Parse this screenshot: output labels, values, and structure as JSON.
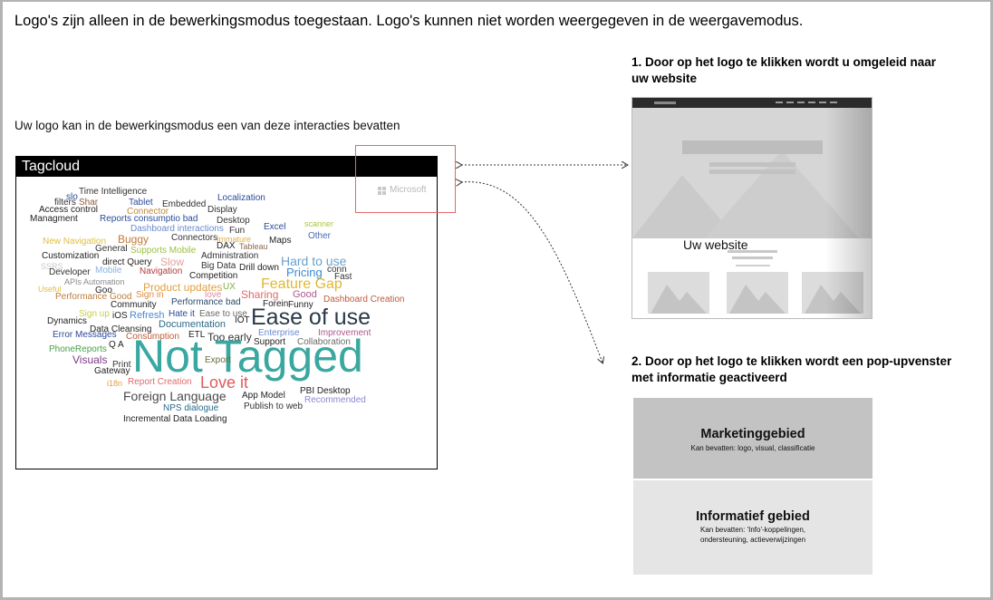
{
  "header": {
    "title": "Logo's zijn alleen in de bewerkingsmodus toegestaan. Logo's kunnen niet worden weergegeven in de weergavemodus.",
    "subtitle": "Uw logo kan in de bewerkingsmodus een van deze interacties bevatten"
  },
  "tagcloud": {
    "title": "Tagcloud",
    "logo_text": "Microsoft",
    "words": [
      {
        "text": "Time Intelligence",
        "color": "#333333"
      },
      {
        "text": "slo",
        "color": "#2a4a9a"
      },
      {
        "text": "filters",
        "color": "#333333"
      },
      {
        "text": "Shar",
        "color": "#8a5a3a"
      },
      {
        "text": "Tablet",
        "color": "#2a4a9a"
      },
      {
        "text": "Embedded",
        "color": "#333333"
      },
      {
        "text": "Localization",
        "color": "#2a4a9a"
      },
      {
        "text": "Access control",
        "color": "#222222"
      },
      {
        "text": "Connector",
        "color": "#c08a3a"
      },
      {
        "text": "Display",
        "color": "#333333"
      },
      {
        "text": "Managment",
        "color": "#222222"
      },
      {
        "text": "Reports consumptio bad",
        "color": "#2a4a9a"
      },
      {
        "text": "Desktop",
        "color": "#333333"
      },
      {
        "text": "scanner",
        "color": "#a8c83a"
      },
      {
        "text": "Dashboard interactions",
        "color": "#6a8ad0"
      },
      {
        "text": "Excel",
        "color": "#2a4a9a"
      },
      {
        "text": "Other",
        "color": "#4a6ab0"
      },
      {
        "text": "Fun",
        "color": "#333333"
      },
      {
        "text": "Buggy",
        "color": "#c07a3a"
      },
      {
        "text": "Connectors",
        "color": "#333333"
      },
      {
        "text": "Immature",
        "color": "#e0b040"
      },
      {
        "text": "Maps",
        "color": "#222222"
      },
      {
        "text": "New Navigation",
        "color": "#e0c040"
      },
      {
        "text": "DAX",
        "color": "#222222"
      },
      {
        "text": "Tableau",
        "color": "#8a6a4a"
      },
      {
        "text": "General",
        "color": "#333333"
      },
      {
        "text": "Supports Mobile",
        "color": "#9ac040"
      },
      {
        "text": "Customization",
        "color": "#222222"
      },
      {
        "text": "Administration",
        "color": "#333333"
      },
      {
        "text": "Slow",
        "color": "#e0a0a0"
      },
      {
        "text": "Hard to use",
        "color": "#6aa0d0"
      },
      {
        "text": "SSRS",
        "color": "#c8c8c8"
      },
      {
        "text": "direct Query",
        "color": "#222222"
      },
      {
        "text": "Big Data",
        "color": "#333333"
      },
      {
        "text": "conn",
        "color": "#333333"
      },
      {
        "text": "Developer",
        "color": "#333333"
      },
      {
        "text": "Mobile",
        "color": "#8ab0e0"
      },
      {
        "text": "Navigation",
        "color": "#b03a3a"
      },
      {
        "text": "Drill down",
        "color": "#222222"
      },
      {
        "text": "Pricing",
        "color": "#3a8ad0"
      },
      {
        "text": "Competition",
        "color": "#222222"
      },
      {
        "text": "Fast",
        "color": "#333333"
      },
      {
        "text": "APIs Automation",
        "color": "#8a8a8a"
      },
      {
        "text": "Useful",
        "color": "#e0c040"
      },
      {
        "text": "Goo",
        "color": "#222222"
      },
      {
        "text": "Product updates",
        "color": "#e0a040"
      },
      {
        "text": "UX",
        "color": "#7ab040"
      },
      {
        "text": "Feature Gap",
        "color": "#e0b830"
      },
      {
        "text": "Performance Good",
        "color": "#c07a3a"
      },
      {
        "text": "Sign in",
        "color": "#e08a3a"
      },
      {
        "text": "love",
        "color": "#e08aa0"
      },
      {
        "text": "Sharing",
        "color": "#e06a6a"
      },
      {
        "text": "Good",
        "color": "#b05a8a"
      },
      {
        "text": "Dashboard Creation",
        "color": "#c05a3a"
      },
      {
        "text": "Community",
        "color": "#222222"
      },
      {
        "text": "Performance bad",
        "color": "#2a4a6a"
      },
      {
        "text": "Forein",
        "color": "#222222"
      },
      {
        "text": "Funny",
        "color": "#222222"
      },
      {
        "text": "Sign up",
        "color": "#c8d040"
      },
      {
        "text": "iOS",
        "color": "#222222"
      },
      {
        "text": "Refresh",
        "color": "#4a8ad0"
      },
      {
        "text": "Hate it",
        "color": "#2a4a9a"
      },
      {
        "text": "Ease to use",
        "color": "#6a6a6a"
      },
      {
        "text": "Dynamics",
        "color": "#222222"
      },
      {
        "text": "IOT",
        "color": "#222222"
      },
      {
        "text": "Ease of use",
        "color": "#2a3a4a"
      },
      {
        "text": "Documentation",
        "color": "#2a6a8a"
      },
      {
        "text": "Data Cleansing",
        "color": "#222222"
      },
      {
        "text": "Enterprise",
        "color": "#6a8ad0"
      },
      {
        "text": "Error Messages",
        "color": "#2a4a9a"
      },
      {
        "text": "Consumption",
        "color": "#c05a3a"
      },
      {
        "text": "ETL",
        "color": "#222222"
      },
      {
        "text": "Too early",
        "color": "#333333"
      },
      {
        "text": "Improvement",
        "color": "#b05a8a"
      },
      {
        "text": "Support",
        "color": "#222222"
      },
      {
        "text": "Collaboration",
        "color": "#6a6a6a"
      },
      {
        "text": "PhoneReports",
        "color": "#4aa04a"
      },
      {
        "text": "Q A",
        "color": "#222222"
      },
      {
        "text": "Not Tagged",
        "color": "#3aa8a0"
      },
      {
        "text": "Visuals",
        "color": "#7a3a8a"
      },
      {
        "text": "Export",
        "color": "#6a6a3a"
      },
      {
        "text": "Print",
        "color": "#333333"
      },
      {
        "text": "Gateway",
        "color": "#222222"
      },
      {
        "text": "i18n",
        "color": "#e0a040"
      },
      {
        "text": "Report Creation",
        "color": "#e06a6a"
      },
      {
        "text": "Love it",
        "color": "#e05a5a"
      },
      {
        "text": "PBI Desktop",
        "color": "#222222"
      },
      {
        "text": "Foreign Language",
        "color": "#4a4a4a"
      },
      {
        "text": "App Model",
        "color": "#222222"
      },
      {
        "text": "Recommended",
        "color": "#8a8ad0"
      },
      {
        "text": "NPS dialogue",
        "color": "#2a6a8a"
      },
      {
        "text": "Publish to web",
        "color": "#333333"
      },
      {
        "text": "Incremental Data Loading",
        "color": "#222222"
      }
    ]
  },
  "option1": {
    "caption_line1": "1. Door op het logo te klikken wordt u omgeleid naar",
    "caption_line2": "uw website",
    "website_label": "Uw website"
  },
  "option2": {
    "caption_line1": "2. Door op het logo te klikken wordt een pop-upvenster",
    "caption_line2": "met informatie geactiveerd",
    "marketing_title": "Marketinggebied",
    "marketing_text": "Kan bevatten: logo, visual, classificatie",
    "info_title": "Informatief gebied",
    "info_text_line1": "Kan bevatten: 'Info'-koppelingen,",
    "info_text_line2": "ondersteuning, actieverwijzingen"
  }
}
